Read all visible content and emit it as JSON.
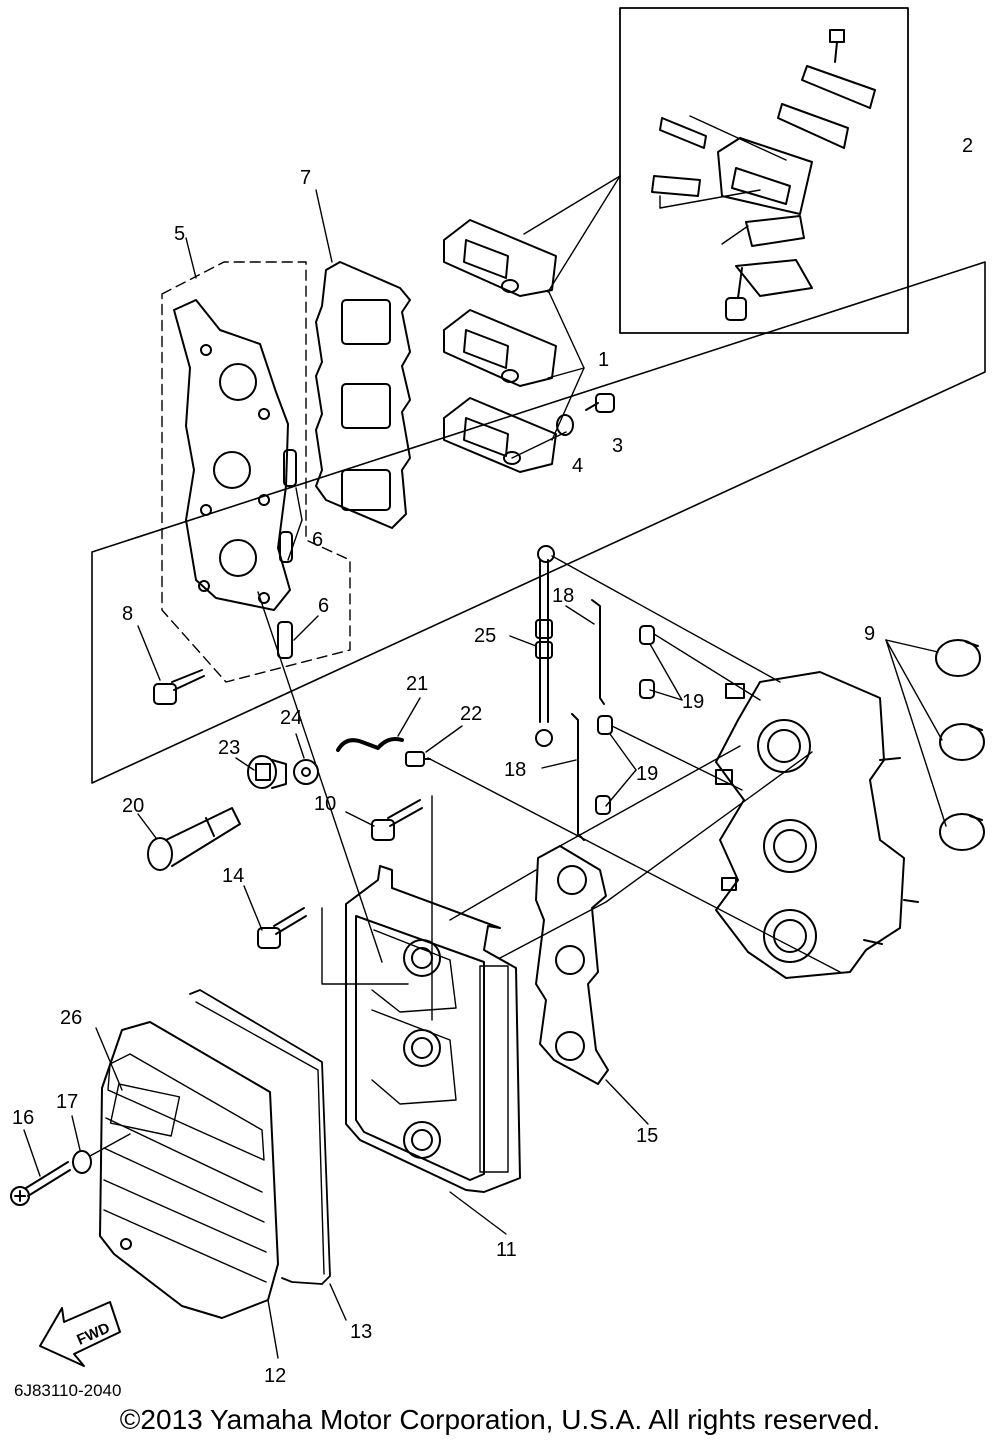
{
  "diagram": {
    "callouts": [
      "1",
      "2",
      "3",
      "4",
      "5",
      "6",
      "6",
      "7",
      "8",
      "9",
      "10",
      "11",
      "12",
      "13",
      "14",
      "15",
      "16",
      "17",
      "18",
      "18",
      "19",
      "19",
      "20",
      "21",
      "22",
      "23",
      "24",
      "25",
      "26"
    ],
    "fwd_label": "FWD"
  },
  "footer": {
    "part_code": "6J83110-2040",
    "copyright": "©2013 Yamaha Motor Corporation, U.S.A. All rights reserved."
  }
}
